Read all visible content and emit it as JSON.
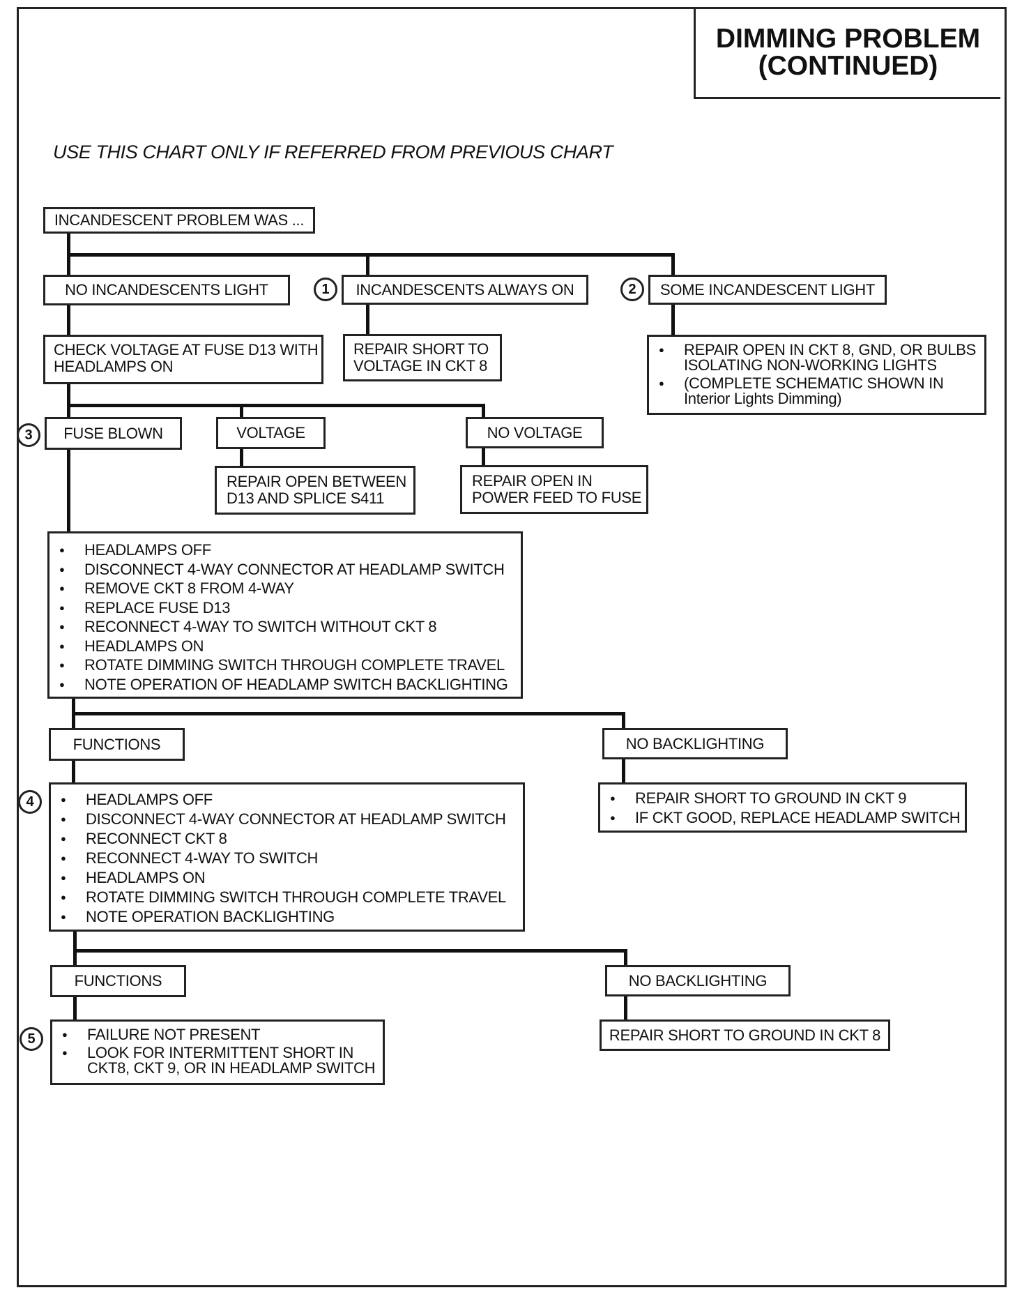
{
  "title": {
    "line1": "DIMMING  PROBLEM",
    "line2": "(CONTINUED)"
  },
  "instruction": "USE THIS CHART ONLY IF REFERRED FROM PREVIOUS CHART",
  "nodes": {
    "start": "INCANDESCENT PROBLEM WAS ...",
    "no_light": "NO INCANDESCENTS LIGHT",
    "always_on": "INCANDESCENTS ALWAYS ON",
    "some_light": "SOME INCANDESCENT LIGHT",
    "check_voltage": [
      "CHECK VOLTAGE AT FUSE D13 WITH",
      "HEADLAMPS ON"
    ],
    "repair_short_ckt8": [
      "REPAIR SHORT TO",
      "VOLTAGE IN CKT 8"
    ],
    "repair_open_ckt8": [
      "REPAIR OPEN IN CKT 8, GND, OR BULBS ISOLATING NON-WORKING LIGHTS",
      "(COMPLETE SCHEMATIC SHOWN IN Interior Lights Dimming)"
    ],
    "fuse_blown": "FUSE BLOWN",
    "voltage": "VOLTAGE",
    "no_voltage": "NO VOLTAGE",
    "repair_open_d13": [
      "REPAIR OPEN BETWEEN",
      "D13 AND SPLICE S411"
    ],
    "repair_open_feed": [
      "REPAIR OPEN IN",
      "POWER FEED TO FUSE"
    ],
    "steps_1": [
      "HEADLAMPS  OFF",
      "DISCONNECT 4-WAY CONNECTOR AT HEADLAMP SWITCH",
      "REMOVE CKT 8 FROM 4-WAY",
      "REPLACE FUSE D13",
      "RECONNECT 4-WAY TO SWITCH WITHOUT CKT 8",
      "HEADLAMPS ON",
      "ROTATE DIMMING SWITCH THROUGH COMPLETE TRAVEL",
      "NOTE OPERATION OF HEADLAMP SWITCH BACKLIGHTING"
    ],
    "functions_1": "FUNCTIONS",
    "no_backlighting_1": "NO BACKLIGHTING",
    "repair_ckt9": [
      "REPAIR SHORT TO GROUND IN CKT 9",
      "IF CKT GOOD, REPLACE HEADLAMP SWITCH"
    ],
    "steps_2": [
      "HEADLAMPS  OFF",
      "DISCONNECT 4-WAY CONNECTOR AT HEADLAMP SWITCH",
      "RECONNECT CKT 8",
      "RECONNECT 4-WAY TO SWITCH",
      "HEADLAMPS ON",
      "ROTATE DIMMING SWITCH THROUGH COMPLETE TRAVEL",
      "NOTE OPERATION BACKLIGHTING"
    ],
    "functions_2": "FUNCTIONS",
    "no_backlighting_2": "NO BACKLIGHTING",
    "final_steps": [
      "FAILURE NOT PRESENT",
      "LOOK FOR INTERMITTENT SHORT IN CKT8, CKT 9, OR IN HEADLAMP SWITCH"
    ],
    "repair_ground_ckt8": "REPAIR SHORT TO GROUND IN CKT 8"
  },
  "step_markers": [
    "1",
    "2",
    "3",
    "4",
    "5"
  ]
}
